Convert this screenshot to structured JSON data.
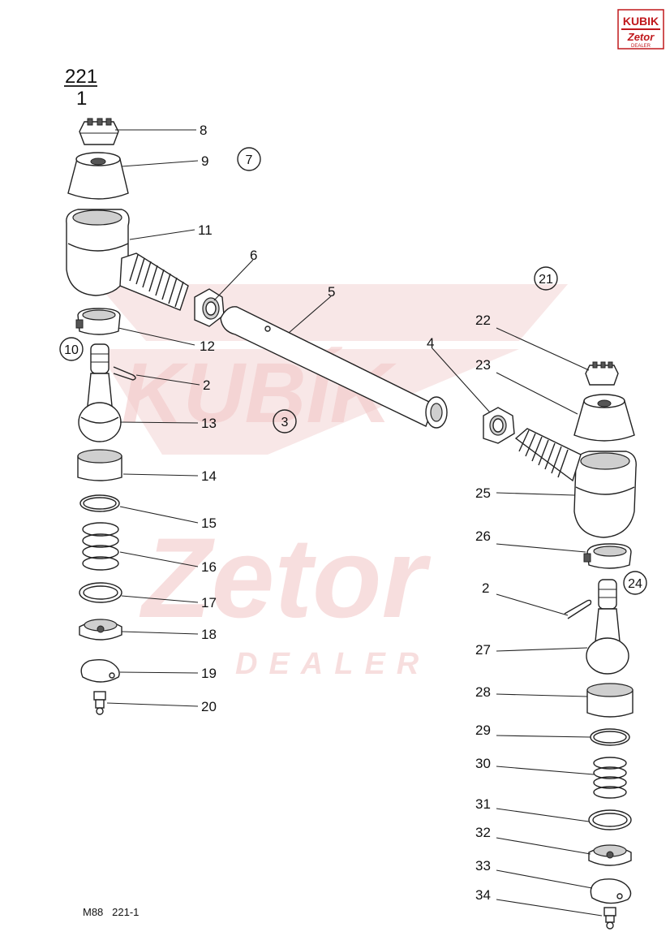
{
  "header": {
    "group_number": "221",
    "sheet_number": "1"
  },
  "logo": {
    "brand": "KUBIK",
    "sub_brand": "Zetor",
    "tag": "DEALER"
  },
  "watermark": {
    "brand": "KUBÍK",
    "sub_brand": "Zetor",
    "tag": "DEALER"
  },
  "assembly_refs": {
    "left_top": "7",
    "left_mid": "10",
    "center": "3",
    "right_top": "21",
    "right_mid": "24"
  },
  "part_labels": {
    "p8": "8",
    "p9": "9",
    "p11": "11",
    "p6": "6",
    "p5": "5",
    "p12": "12",
    "p2a": "2",
    "p13": "13",
    "p14": "14",
    "p15": "15",
    "p16": "16",
    "p17": "17",
    "p18": "18",
    "p19": "19",
    "p20": "20",
    "p4": "4",
    "p22": "22",
    "p23": "23",
    "p25": "25",
    "p26": "26",
    "p2b": "2",
    "p27": "27",
    "p28": "28",
    "p29": "29",
    "p30": "30",
    "p31": "31",
    "p32": "32",
    "p33": "33",
    "p34": "34"
  },
  "footer": {
    "code": "M88   221-1"
  },
  "colors": {
    "line": "#222222",
    "watermark": "#f3d3d3",
    "logo_red": "#c0181c"
  }
}
